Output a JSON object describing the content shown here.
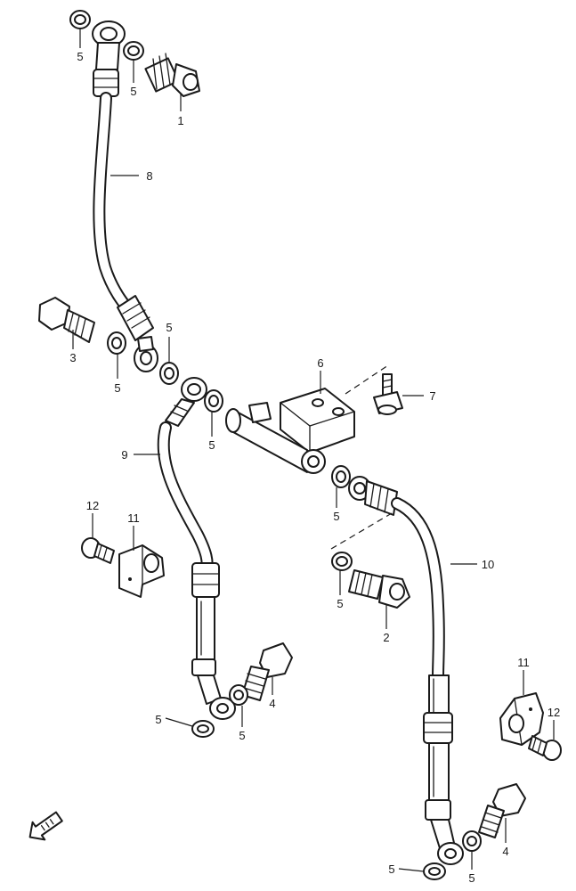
{
  "callouts": {
    "c1": "1",
    "c2": "2",
    "c3": "3",
    "c4a": "4",
    "c4b": "4",
    "c5a": "5",
    "c5b": "5",
    "c5c": "5",
    "c5d": "5",
    "c5e": "5",
    "c5f": "5",
    "c5g": "5",
    "c5h": "5",
    "c5i": "5",
    "c5j": "5",
    "c5k": "5",
    "c6": "6",
    "c7": "7",
    "c8": "8",
    "c9": "9",
    "c10": "10",
    "c11a": "11",
    "c11b": "11",
    "c12a": "12",
    "c12b": "12"
  },
  "icons": {
    "front_arrow": "front-direction-arrow-icon"
  }
}
